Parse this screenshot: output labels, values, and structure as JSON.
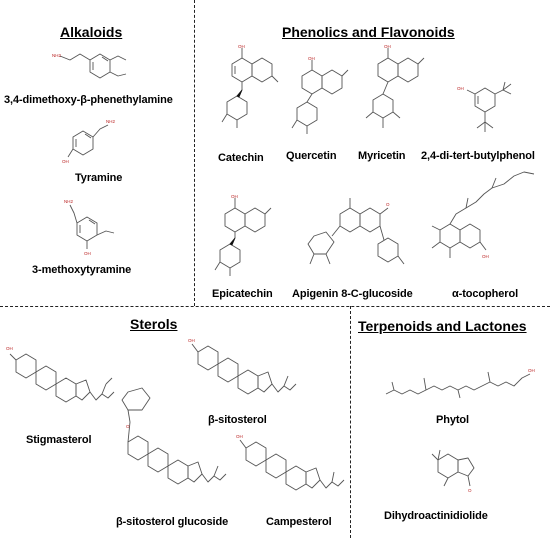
{
  "sections": {
    "alkaloids": {
      "title": "Alkaloids",
      "compounds": [
        "3,4-dimethoxy-β-phenethylamine",
        "Tyramine",
        "3-methoxytyramine"
      ]
    },
    "phenolics": {
      "title": "Phenolics and Flavonoids",
      "compounds": [
        "Catechin",
        "Quercetin",
        "Myricetin",
        "2,4-di-tert-butylphenol",
        "Epicatechin",
        "Apigenin 8-C-glucoside",
        "α-tocopherol"
      ]
    },
    "sterols": {
      "title": "Sterols",
      "compounds": [
        "Stigmasterol",
        "β-sitosterol",
        "β-sitosterol glucoside",
        "Campesterol"
      ]
    },
    "terpenoids": {
      "title": "Terpenoids and Lactones",
      "compounds": [
        "Phytol",
        "Dihydroactinidiolide"
      ]
    }
  },
  "atom_labels": {
    "amine": "NH2",
    "hydroxyl": "OH",
    "oxygen": "O"
  },
  "colors": {
    "bond": "#555555",
    "heteroatom": "#bb2222",
    "divider": "#222222"
  }
}
